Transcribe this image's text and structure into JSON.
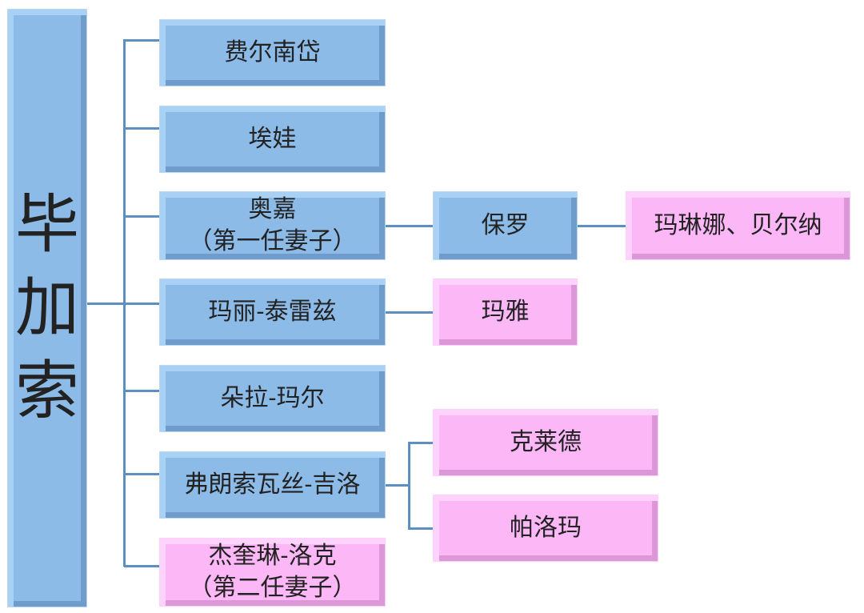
{
  "root": {
    "label_chars": [
      "毕",
      "加",
      "索"
    ]
  },
  "children": [
    {
      "lines": [
        "费尔南岱"
      ],
      "color": "blue"
    },
    {
      "lines": [
        "埃娃"
      ],
      "color": "blue"
    },
    {
      "lines": [
        "奥嘉",
        "（第一任妻子）"
      ],
      "color": "blue"
    },
    {
      "lines": [
        "玛丽-泰雷兹"
      ],
      "color": "blue"
    },
    {
      "lines": [
        "朵拉-玛尔"
      ],
      "color": "blue"
    },
    {
      "lines": [
        "弗朗索瓦丝-吉洛"
      ],
      "color": "blue"
    },
    {
      "lines": [
        "杰奎琳-洛克",
        "（第二任妻子）"
      ],
      "color": "pink"
    }
  ],
  "grandchildren": {
    "paul": "保罗",
    "marina_bernard": "玛琳娜、贝尔纳",
    "maya": "玛雅",
    "claude": "克莱德",
    "paloma": "帕洛玛"
  },
  "colors": {
    "blue": "#8dbbe8",
    "pink": "#fbb7f6",
    "line": "#5d8fc2"
  }
}
